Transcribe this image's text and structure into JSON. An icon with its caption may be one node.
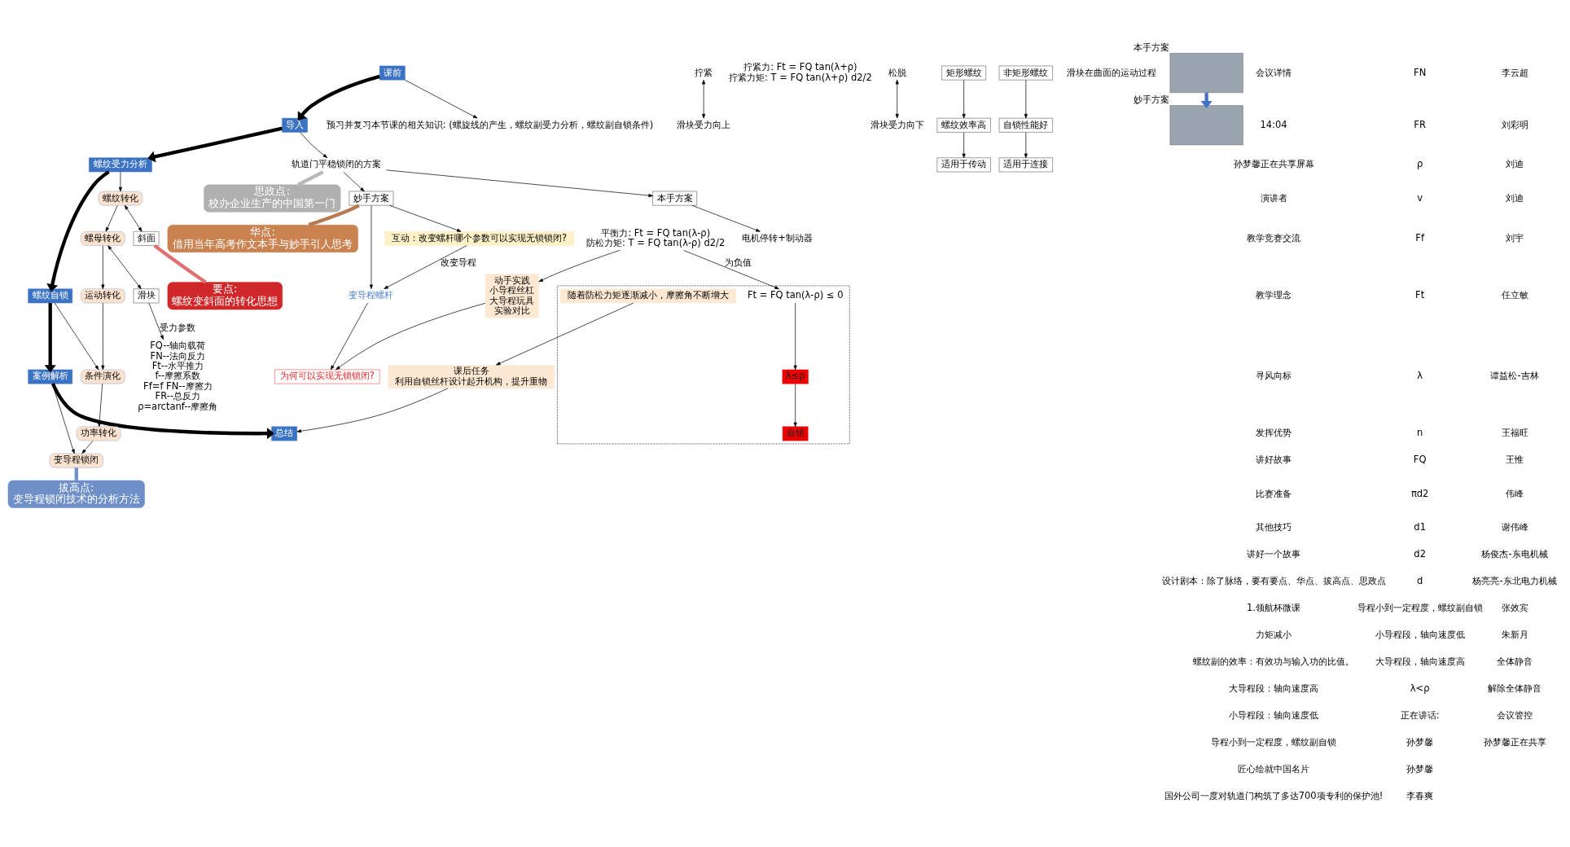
{
  "diagram": {
    "nodes": [
      {
        "text": [
          "课前"
        ]
      },
      {
        "text": [
          "导入"
        ]
      },
      {
        "text": [
          "螺纹受力分析"
        ]
      },
      {
        "text": [
          "螺纹自锁"
        ]
      },
      {
        "text": [
          "案例解析"
        ]
      },
      {
        "text": [
          "总结"
        ]
      },
      {
        "text": [
          "预习并复习本节课的相关知识: (螺旋线的产生，螺纹副受力分析，螺纹副自锁条件)"
        ]
      },
      {
        "text": [
          "轨道门平稳锁闭的方案"
        ]
      },
      {
        "text": [
          "本手方案"
        ]
      },
      {
        "text": [
          "妙手方案"
        ]
      },
      {
        "text": [
          "互动：改变螺杆哪个参数可以实现无锁锁闭?"
        ]
      },
      {
        "text": [
          "电机停转+制动器"
        ]
      },
      {
        "text": [
          "变导程螺杆"
        ]
      },
      {
        "text": [
          "为何可以实现无锁锁闭?"
        ]
      },
      {
        "text": [
          "螺纹转化"
        ]
      },
      {
        "text": [
          "斜面"
        ]
      },
      {
        "text": [
          "螺母转化"
        ]
      },
      {
        "text": [
          "滑块"
        ]
      },
      {
        "text": [
          "FQ--轴向载荷",
          "FN--法向反力",
          "Ft--水平推力",
          "f--摩擦系数",
          "Ff=f FN--摩擦力",
          "FR--总反力",
          "ρ=arctanf--摩擦角"
        ]
      },
      {
        "text": [
          "运动转化"
        ]
      },
      {
        "text": [
          "拧紧"
        ]
      },
      {
        "text": [
          "滑块受力向上"
        ]
      },
      {
        "text": [
          "拧紧力: Ft = FQ tan(λ+ρ)",
          "拧紧力矩: T = FQ tan(λ+ρ) d2/2"
        ]
      },
      {
        "text": [
          "松脱"
        ]
      },
      {
        "text": [
          "滑块受力向下"
        ]
      },
      {
        "text": [
          "平衡力: Ft = FQ tan(λ-ρ)",
          "防松力矩: T = FQ tan(λ-ρ) d2/2"
        ]
      },
      {
        "text": [
          "动手实践",
          "小导程丝杠",
          "大导程玩具",
          "实验对比"
        ]
      },
      {
        "text": [
          "条件演化"
        ]
      },
      {
        "text": [],
        "shape": "box"
      },
      {
        "text": [
          "Ft = FQ tan(λ-ρ) ≤ 0"
        ],
        "in": 28
      },
      {
        "text": [
          "随着防松力矩逐渐减小，摩擦角不断增大"
        ],
        "in": 28
      },
      {
        "text": [
          "λ≤ρ"
        ],
        "in": 28
      },
      {
        "text": [
          "自锁"
        ],
        "in": 28
      },
      {
        "text": [
          "课后任务",
          "利用自锁丝杆设计起升机构，提升重物"
        ]
      },
      {
        "text": [
          "功率转化"
        ]
      },
      {
        "text": [
          "矩形螺纹"
        ]
      },
      {
        "text": [
          "螺纹效率高"
        ]
      },
      {
        "text": [
          "适用于传动"
        ]
      },
      {
        "text": [
          "非矩形螺纹"
        ]
      },
      {
        "text": [
          "自锁性能好"
        ]
      },
      {
        "text": [
          "适用于连接"
        ]
      },
      {
        "text": [
          "变导程锁闭"
        ]
      },
      {
        "text": [
          "滑块在曲面的运动过程"
        ]
      },
      {
        "text": [
          "思政点:",
          "校办企业生产的中国第一门"
        ]
      },
      {
        "text": [
          "华点:",
          "借用当年高考作文本手与妙手引人思考"
        ]
      },
      {
        "text": [
          "要点:",
          "螺纹变斜面的转化思想"
        ]
      },
      {
        "text": [
          "拔高点:",
          "变导程锁闭技术的分析方法"
        ]
      },
      {
        "text": [],
        "shape": "box",
        "beside": [
          "本手方案"
        ]
      },
      {
        "text": [],
        "shape": "box",
        "beside": [
          "妙手方案"
        ]
      }
    ],
    "edges": [
      {
        "from": 0,
        "to": 6,
        "arrow": "to"
      },
      {
        "from": 0,
        "to": 1,
        "arrow": "to",
        "style": "thick"
      },
      {
        "from": 1,
        "to": 7,
        "arrow": "to"
      },
      {
        "from": 1,
        "to": 2,
        "arrow": "to",
        "style": "thick"
      },
      {
        "from": 2,
        "to": 3,
        "arrow": "to",
        "style": "thick"
      },
      {
        "from": 3,
        "to": 4,
        "arrow": "to",
        "style": "thick"
      },
      {
        "from": 4,
        "to": 5,
        "arrow": "to",
        "style": "thick"
      },
      {
        "from": 7,
        "to": 8,
        "arrow": "to"
      },
      {
        "from": 7,
        "to": 9,
        "arrow": "to"
      },
      {
        "from": 8,
        "to": 11,
        "arrow": "to"
      },
      {
        "from": 9,
        "to": 12,
        "arrow": "to"
      },
      {
        "from": 9,
        "to": 10,
        "arrow": "to"
      },
      {
        "from": 10,
        "to": 12,
        "arrow": "to",
        "label": "改变导程"
      },
      {
        "from": 12,
        "to": 13,
        "arrow": "to"
      },
      {
        "from": 2,
        "to": 14,
        "arrow": "to"
      },
      {
        "from": 14,
        "to": 15,
        "arrow": "both"
      },
      {
        "from": 14,
        "to": 16,
        "arrow": "to"
      },
      {
        "from": 16,
        "to": 17,
        "arrow": "both"
      },
      {
        "from": 17,
        "to": 18,
        "arrow": "to",
        "label": "受力参数"
      },
      {
        "from": 16,
        "to": 19,
        "arrow": "to"
      },
      {
        "from": 20,
        "to": 21,
        "arrow": "both"
      },
      {
        "from": 23,
        "to": 24,
        "arrow": "both"
      },
      {
        "from": 19,
        "to": 27,
        "arrow": "to"
      },
      {
        "from": 3,
        "to": 27,
        "arrow": "to"
      },
      {
        "from": 25,
        "to": 26,
        "arrow": "to"
      },
      {
        "from": 25,
        "to": 29,
        "arrow": "to",
        "label": "为负值"
      },
      {
        "from": 29,
        "to": 31,
        "arrow": "to"
      },
      {
        "from": 31,
        "to": 32,
        "arrow": "to"
      },
      {
        "from": 30,
        "to": 33,
        "arrow": "to"
      },
      {
        "from": 26,
        "to": 13,
        "arrow": "to"
      },
      {
        "from": 33,
        "to": 5,
        "arrow": "to"
      },
      {
        "from": 27,
        "to": 34,
        "arrow": "to"
      },
      {
        "from": 34,
        "to": 41,
        "arrow": "to"
      },
      {
        "from": 4,
        "to": 41,
        "arrow": "to"
      },
      {
        "from": 35,
        "to": 36,
        "arrow": "to"
      },
      {
        "from": 36,
        "to": 37,
        "arrow": "to"
      },
      {
        "from": 38,
        "to": 39,
        "arrow": "to"
      },
      {
        "from": 39,
        "to": 40,
        "arrow": "to"
      },
      {
        "from": 7,
        "to": 43,
        "arrow": "none",
        "style": "thick",
        "color": "#b8b8b8"
      },
      {
        "from": 9,
        "to": 44,
        "arrow": "none",
        "style": "thick",
        "color": "#b87a50"
      },
      {
        "from": 15,
        "to": 45,
        "arrow": "none",
        "style": "thick",
        "color": "#e07070"
      },
      {
        "from": 41,
        "to": 46,
        "arrow": "none",
        "style": "thick",
        "color": "#6f8fc8"
      },
      {
        "from": 47,
        "to": 48,
        "arrow": "to",
        "style": "thick",
        "color": "#4472c4"
      }
    ],
    "labels": [
      "会议详情",
      "14:04",
      "孙梦馨正在共享屏幕",
      "演讲者",
      "教学竞赛交流",
      "教学理念",
      "寻风向标",
      "发挥优势",
      "讲好故事",
      "比赛准备",
      "其他技巧",
      "讲好一个故事",
      "设计剧本：除了脉络，要有要点、华点、拔高点、思政点",
      "1.领航杯微课",
      "力矩减小",
      "螺纹副的效率：有效功与输入功的比值。",
      "大导程段：轴向速度高",
      "小导程段：轴向速度低",
      "导程小到一定程度，螺纹副自锁",
      "匠心绘就中国名片",
      "国外公司一度对轨道门构筑了多达700项专利的保护池!",
      "FN",
      "FR",
      "ρ",
      "v",
      "Ff",
      "Ft",
      "λ",
      "n",
      "FQ",
      "πd2",
      "d1",
      "d2",
      "d",
      "导程小到一定程度，螺纹副自锁",
      "小导程段，轴向速度低",
      "大导程段，轴向速度高",
      "λ<ρ",
      "正在讲话:",
      "孙梦馨",
      "孙梦馨",
      "李春爽",
      "李云超",
      "刘彩明",
      "刘迪",
      "刘迪",
      "刘宇",
      "任立敏",
      "谭益松-吉林",
      "王福旺",
      "王惟",
      "伟峰",
      "谢伟峰",
      "杨俊杰-东电机械",
      "杨亮亮-东北电力机械",
      "张效宾",
      "朱新月",
      "全体静音",
      "解除全体静音",
      "会议管控",
      "孙梦馨正在共享"
    ]
  }
}
